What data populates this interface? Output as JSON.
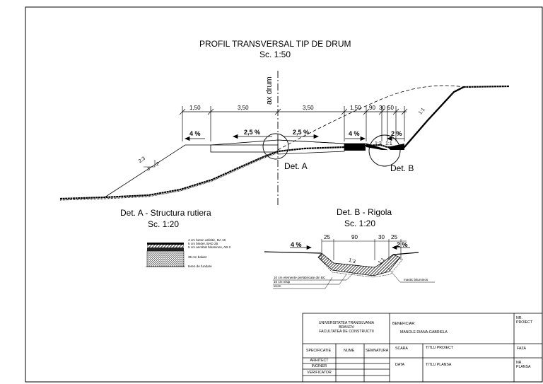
{
  "drawing": {
    "title": "PROFIL TRANSVERSAL TIP DE DRUM",
    "scale": "Sc. 1:50",
    "axis_label": "ax drum",
    "dimensions": {
      "d1": "1,50",
      "d2": "3,50",
      "d3": "3,50",
      "d4": "1,50",
      "d5": "90",
      "d6": "30",
      "d7": "50"
    },
    "slopes": {
      "left_shoulder": "4 %",
      "left_lane": "2,5 %",
      "right_lane": "2,5 %",
      "right_shoulder": "4 %",
      "ditch": "2 %",
      "fill_slope": "2:3",
      "fill_a": "3",
      "fill_b": "2",
      "cut_slope": "1:1",
      "ditch_1": "1:3",
      "ditch_2": "1:1"
    },
    "detail_a_marker": "Det. A",
    "detail_b_marker": "Det. B"
  },
  "detail_a": {
    "title": "Det. A - Structura rutiera",
    "scale": "Sc. 1:20",
    "layers": [
      "4 cm beton asfaltic, BA 16",
      "5 cm binder, BAD 25",
      "5 cm anrobat bituminos, AB 2",
      "35 cm balast",
      "teren de fundare"
    ]
  },
  "detail_b": {
    "title": "Det. B - Rigola",
    "scale": "Sc. 1:20",
    "dims": [
      "25",
      "90",
      "30",
      "25"
    ],
    "slope_left": "4 %",
    "slope_right": "2 %",
    "slope_1": "1:3",
    "slope_2": "1:1",
    "notes": [
      "10 cm elemente prefabricate din BC",
      "10 cm nisip",
      "teren",
      "mastic bituminos"
    ]
  },
  "title_block": {
    "university": [
      "UNIVERSITATEA TRANSILVANIA",
      "BRASOV",
      "FACULTATEA DE CONSTRUCTII"
    ],
    "beneficiar_label": "BENEFICIAR:",
    "beneficiar": "MANOLE DIANA-GABRIELA",
    "nr_proiect": [
      "NR.",
      "PROIECT"
    ],
    "headers": [
      "SPECIFICATIE",
      "NUME",
      "SEMNATURA"
    ],
    "roles": [
      "ARHITECT",
      "INGINER",
      "VERIFICATOR"
    ],
    "scara": "SCARA",
    "titlu_proiect": "TITLU PROIECT",
    "faza": "FAZA",
    "data": "DATA",
    "titlu_plansa": "TITLU PLANSA",
    "nr_plansa": [
      "NR.",
      "PLANSA"
    ]
  }
}
